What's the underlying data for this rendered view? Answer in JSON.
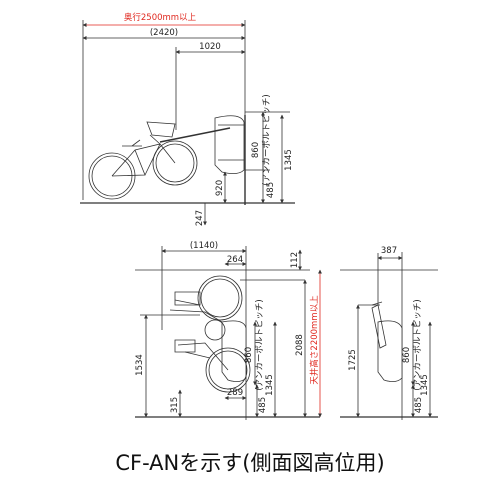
{
  "top_view": {
    "depth_requirement": "奥行2500mm以上",
    "total_depth": "(2420)",
    "rack_depth": "1020",
    "anchor_pitch": "860",
    "anchor_pitch_note": "(アンカーボルトピッチ)",
    "height_920": "920",
    "height_1345": "1345",
    "height_485": "485",
    "height_247": "247"
  },
  "bottom_left_view": {
    "width_1140": "(1140)",
    "offset_264": "264",
    "top_112": "112",
    "ceiling_requirement": "天井高さ2200mm以上",
    "height_2088": "2088",
    "height_1534": "1534",
    "anchor_pitch": "860",
    "anchor_pitch_note": "(アンカーボルトピッチ)",
    "height_1345": "1345",
    "height_485": "485",
    "depth_289": "289",
    "height_315": "315"
  },
  "bottom_right_view": {
    "width_387": "387",
    "height_1725": "1725",
    "anchor_pitch": "860",
    "anchor_pitch_note": "(アンカーボルトピッチ)",
    "height_1345": "1345",
    "height_485": "485"
  },
  "caption": "CF-ANを示す(側面図高位用)",
  "colors": {
    "red": "#e0281f",
    "line": "#333333"
  }
}
